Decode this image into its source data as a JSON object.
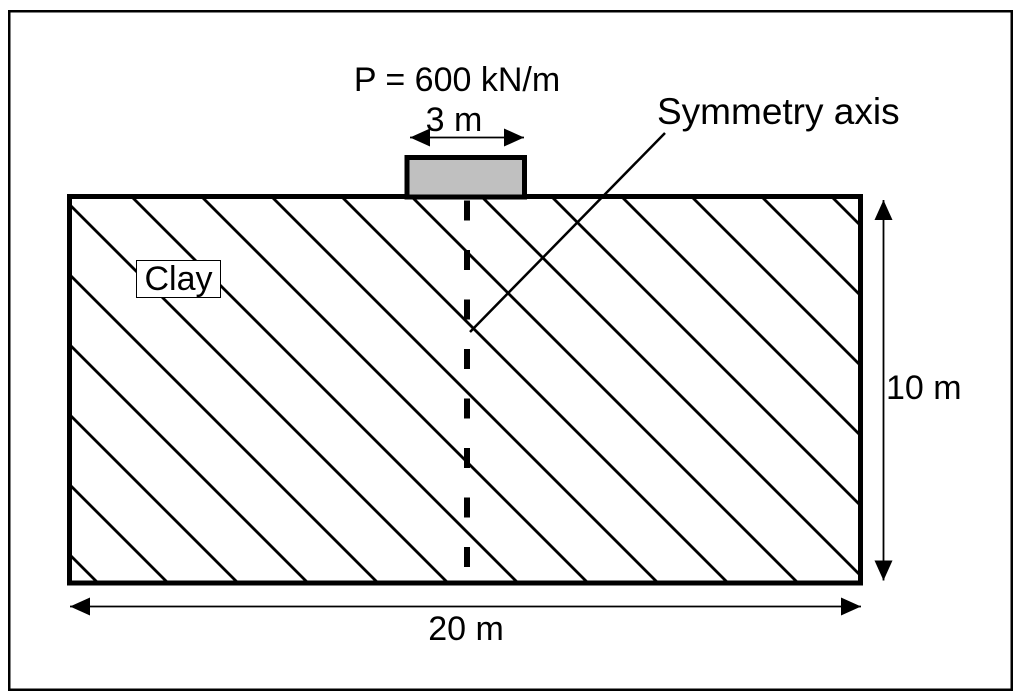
{
  "labels": {
    "load": "P = 600 kN/m",
    "footing_width": "3 m",
    "symmetry": "Symmetry axis",
    "material": "Clay",
    "depth": "10 m",
    "width": "20 m"
  },
  "colors": {
    "line": "#000000",
    "background": "#ffffff",
    "footing_fill": "#c0c0c0"
  }
}
